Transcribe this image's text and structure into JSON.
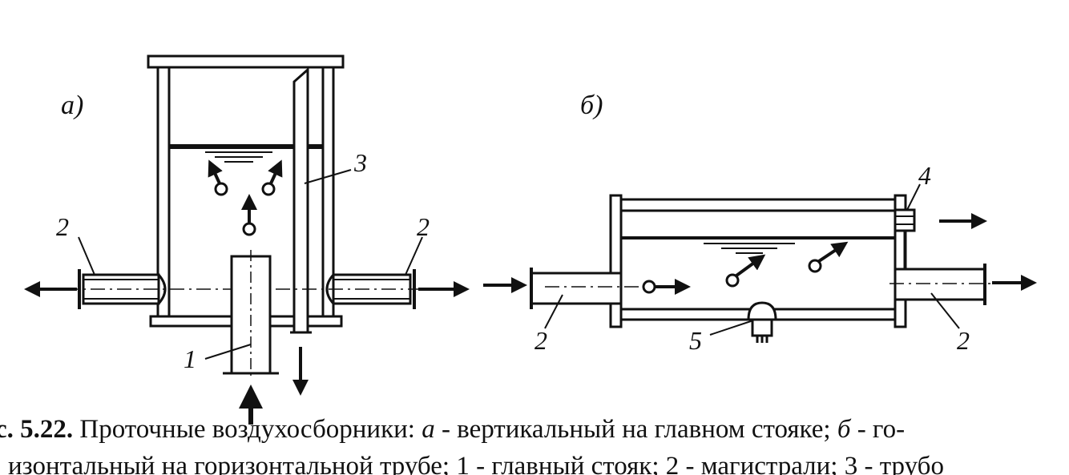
{
  "panels": {
    "a": {
      "label": "а)"
    },
    "b": {
      "label": "б)"
    }
  },
  "callouts": {
    "a": {
      "inlet_pipe": "1",
      "pipe_left": "2",
      "pipe_right": "2",
      "vent_pipe": "3"
    },
    "b": {
      "pipe_left": "2",
      "pipe_right": "2",
      "valve_top": "4",
      "drain": "5"
    }
  },
  "caption": {
    "fig_no": "с. 5.22.",
    "title": " Проточные воздухосборники: ",
    "item_a_letter": "а",
    "item_a_text": " - вертикальный на главном стояке; ",
    "item_b_letter": "б",
    "item_b_text": " - го-",
    "line2": "изонтальный на горизонтальной трубе; 1 - главный стояк; 2 - магистрали; 3 - трубо"
  }
}
